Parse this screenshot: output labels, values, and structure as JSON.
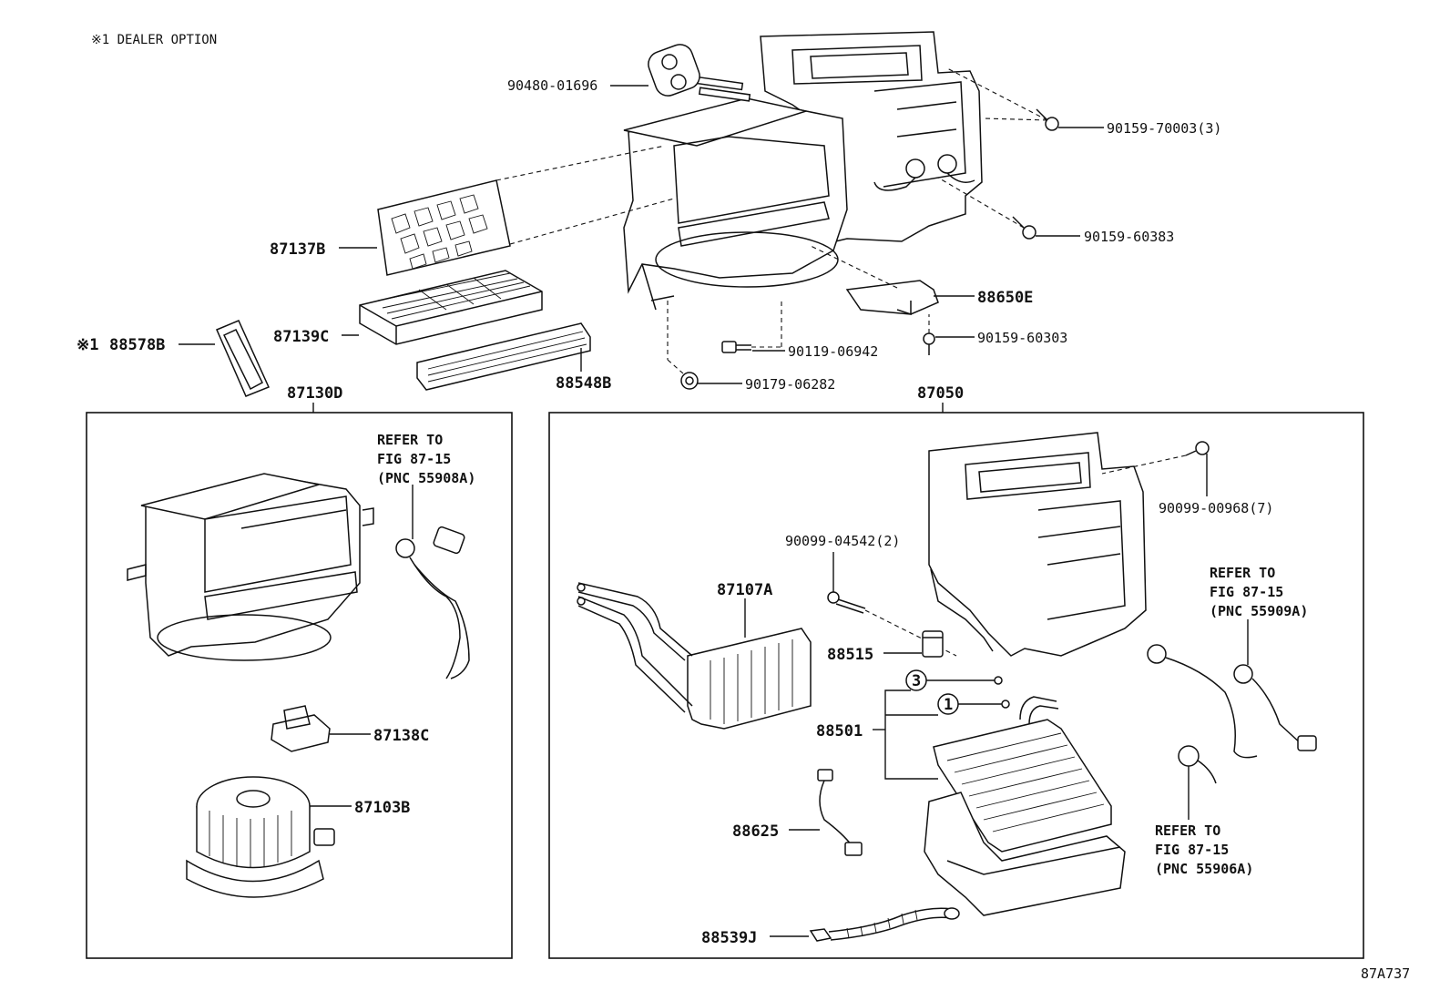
{
  "note": "※1 DEALER OPTION",
  "figure_code": "87A737",
  "parts": {
    "p90480": "90480-01696",
    "p90159_70003": "90159-70003(3)",
    "p90159_60383": "90159-60383",
    "p87137B": "87137B",
    "p88650E": "88650E",
    "p90159_60303": "90159-60303",
    "p87139C": "87139C",
    "p90119": "90119-06942",
    "p88578B_mark": "※1",
    "p88578B": "88578B",
    "p88548B": "88548B",
    "p90179": "90179-06282",
    "p87130D": "87130D",
    "p87050": "87050",
    "p87138C": "87138C",
    "p87103B": "87103B",
    "p90099_00968": "90099-00968(7)",
    "p90099_04542": "90099-04542(2)",
    "p87107A": "87107A",
    "p88515": "88515",
    "p88501": "88501",
    "p88625": "88625",
    "p88539J": "88539J",
    "circle3": "3",
    "circle1": "1"
  },
  "refs": {
    "left": [
      "REFER TO",
      "FIG 87-15",
      "(PNC 55908A)"
    ],
    "right_top": [
      "REFER TO",
      "FIG 87-15",
      "(PNC 55909A)"
    ],
    "right_bottom": [
      "REFER TO",
      "FIG 87-15",
      "(PNC 55906A)"
    ]
  }
}
